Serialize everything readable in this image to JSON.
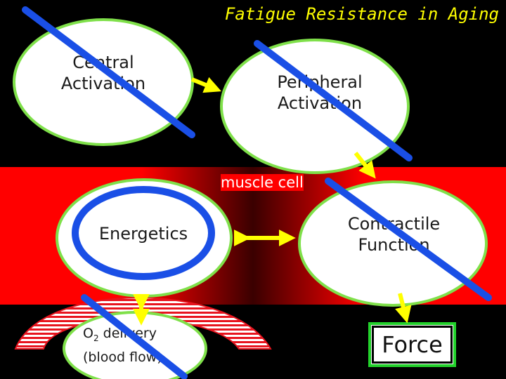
{
  "title": "Fatigue Resistance in Aging",
  "nodes": {
    "central": {
      "line1": "Central",
      "line2": "Activation"
    },
    "peripheral": {
      "line1": "Peripheral",
      "line2": "Activation"
    },
    "energetics": {
      "label": "Energetics"
    },
    "contractile": {
      "line1": "Contractile",
      "line2": "Function"
    },
    "o2": {
      "line1_main": "O",
      "line1_sub": "2",
      "line1_rest": " delivery",
      "line2": "(blood flow)"
    },
    "force": {
      "label": "Force"
    }
  },
  "region_label": "muscle cell",
  "colors": {
    "oval_border": "#7fe04a",
    "arrow": "#ffff00",
    "strike": "#1a4fe6",
    "band": "#ff0000",
    "title": "#ffff00"
  }
}
